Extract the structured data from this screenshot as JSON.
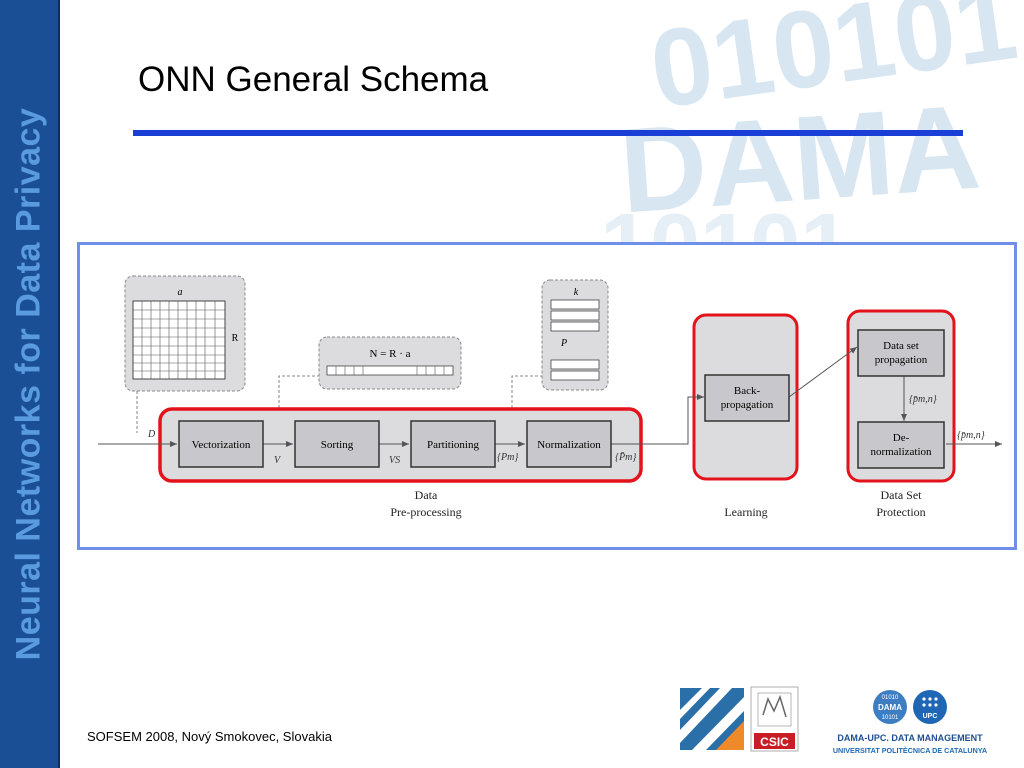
{
  "slide": {
    "title": "ONN General Schema",
    "sidebar_title": "Neural Networks for Data Privacy",
    "footer": "SOFSEM 2008, Nový Smokovec, Slovakia"
  },
  "watermark": {
    "binary_line1": "010101",
    "binary_line2": "10101",
    "word": "DAMA"
  },
  "diagram": {
    "matrix_labels": {
      "top": "a",
      "side": "R"
    },
    "formula": "N = R · a",
    "partition_labels": {
      "top": "k",
      "side": "P"
    },
    "input_label": "D",
    "output_label": "{p̄m,n}",
    "processes": {
      "vectorization": "Vectorization",
      "sorting": "Sorting",
      "partitioning": "Partitioning",
      "normalization": "Normalization",
      "backprop_line1": "Back-",
      "backprop_line2": "propagation",
      "dataset_prop_line1": "Data set",
      "dataset_prop_line2": "propagation",
      "denorm_line1": "De-",
      "denorm_line2": "normalization"
    },
    "flow_labels": {
      "v": "V",
      "vs": "VS",
      "pm": "{Pm}",
      "pm_bar": "{P̄m}",
      "pmn_bar": "{p̄m,n}"
    },
    "stage_labels": {
      "preproc_line1": "Data",
      "preproc_line2": "Pre-processing",
      "learning": "Learning",
      "protection_line1": "Data Set",
      "protection_line2": "Protection"
    },
    "colors": {
      "stage_highlight": "#e3121b",
      "frame": "#6f8fe8",
      "process_fill": "#c8c8cc",
      "region_fill": "#dcdcde"
    }
  },
  "logos": {
    "csic": "CSIC",
    "dama_badge_line1": "01010",
    "dama_badge_line2": "DAMA",
    "dama_badge_line3": "10101",
    "upc": "UPC",
    "org_line1": "DAMA-UPC. DATA MANAGEMENT",
    "org_line2": "UNIVERSITAT POLITÈCNICA DE CATALUNYA"
  }
}
